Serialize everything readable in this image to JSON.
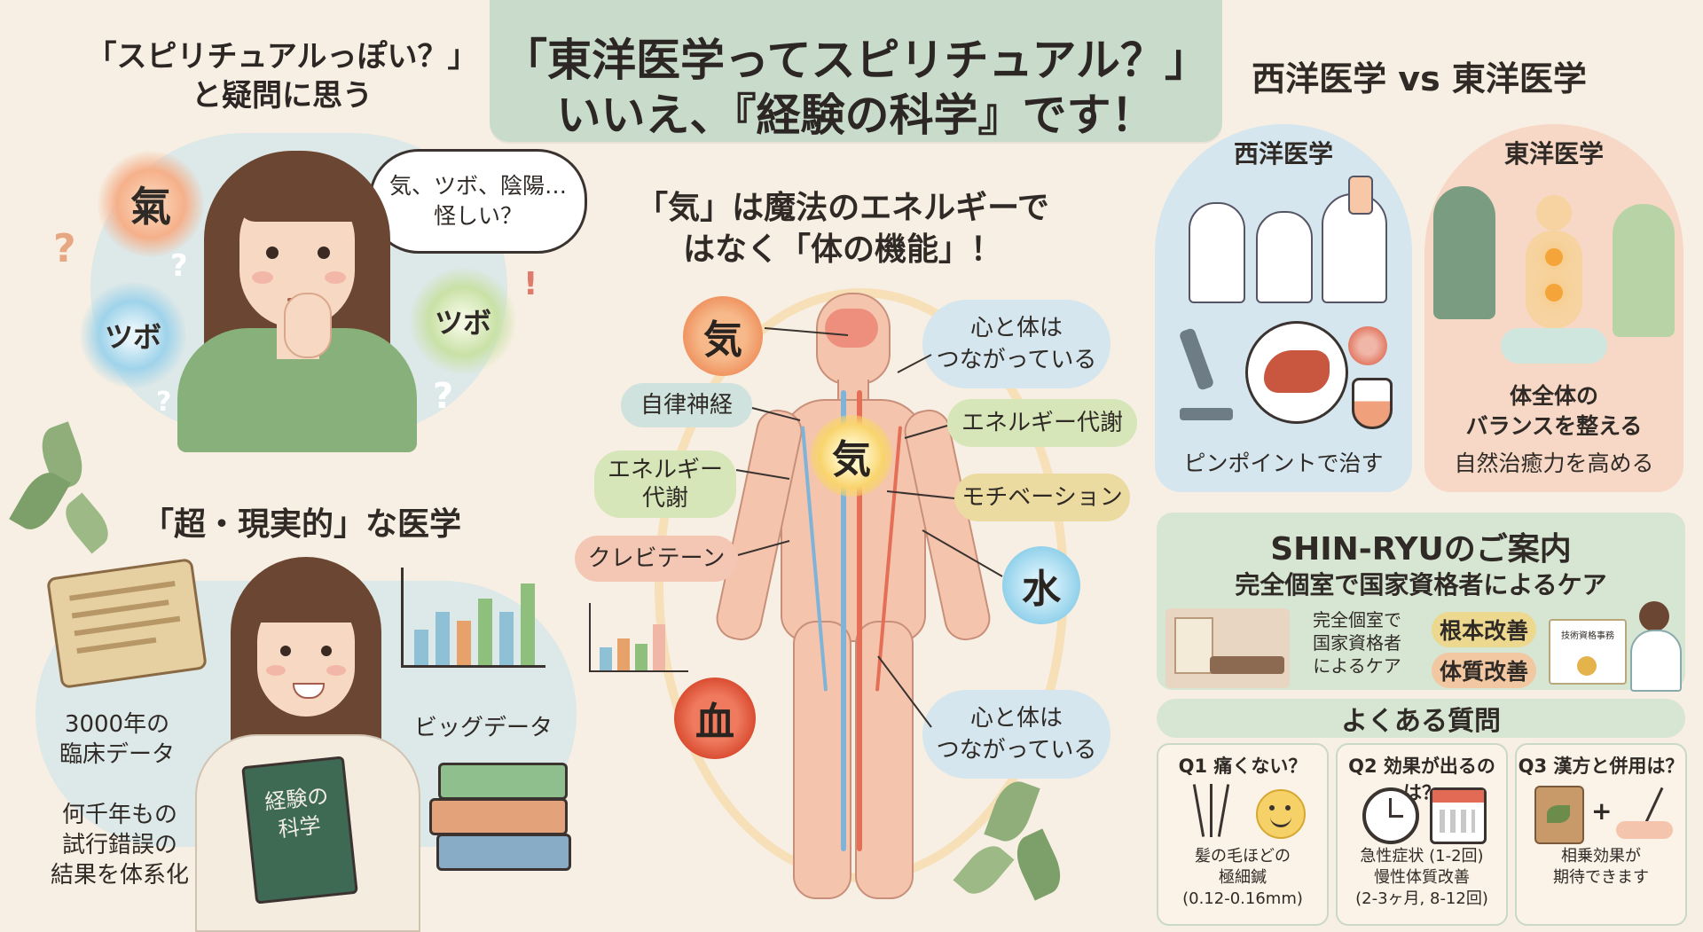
{
  "title": {
    "line1": "「東洋医学ってスピリチュアル？」",
    "line2": "いいえ、『経験の科学』です！"
  },
  "left_top": {
    "heading_line1": "「スピリチュアルっぽい？」",
    "heading_line2": "と疑問に思う",
    "orbs": {
      "ki": "氣",
      "tsubo1": "ツボ",
      "tsubo2": "ツボ"
    },
    "speech_line1": "気、ツボ、陰陽…",
    "speech_line2": "怪しい？",
    "question": "?",
    "exclaim": "!"
  },
  "left_bottom": {
    "heading": "「超・現実的」な医学",
    "data_3000": "3000年の\n臨床データ",
    "big_data": "ビッグデータ",
    "trial": "何千年もの\n試行錯誤の\n結果を体系化",
    "book_line1": "経験の",
    "book_line2": "科学"
  },
  "center": {
    "heading_line1": "「気」は魔法のエネルギーで",
    "heading_line2": "はなく「体の機能」！",
    "element_ki_top": "気",
    "element_ki_center": "気",
    "element_water": "水",
    "element_blood": "血",
    "labels": {
      "autonomic": "自律神経",
      "energy_metabolism_left": "エネルギー\n代謝",
      "creatinine": "クレビテーン",
      "energy_metabolism_right": "エネルギー代謝",
      "motivation": "モチベーション"
    },
    "bubble_top": "心と体は\nつながっている",
    "bubble_bottom": "心と体は\nつながっている"
  },
  "right": {
    "heading": "西洋医学 vs 東洋医学",
    "west": {
      "label": "西洋医学",
      "caption": "ピンポイントで治す"
    },
    "east": {
      "label": "東洋医学",
      "caption1": "体全体の\nバランスを整える",
      "caption2": "自然治癒力を高める"
    },
    "shin_ryu": {
      "title": "SHIN-RYUのご案内",
      "subtitle": "完全個室で国家資格者によるケア",
      "desc": "完全個室で\n国家資格者\nによるケア",
      "tag1": "根本改善",
      "tag2": "体質改善",
      "certificate": "技術資格事務"
    },
    "faq": {
      "heading": "よくある質問",
      "items": [
        {
          "q": "Q1 痛くない？",
          "a": "髪の毛ほどの\n極細鍼\n(0.12-0.16mm)"
        },
        {
          "q": "Q2 効果が出るのは？",
          "a": "急性症状 (1-2回)\n慢性体質改善\n(2-3ヶ月, 8-12回)"
        },
        {
          "q": "Q3 漢方と併用は？",
          "a": "相乗効果が\n期待できます"
        }
      ]
    }
  },
  "colors": {
    "background": "#f7efe3",
    "title_bg": "#c9dccb",
    "panel_blue": "#dde8e8",
    "west_card": "#d5e6ee",
    "east_card": "#f7d8c6",
    "shin_bg": "#d7e5d3",
    "orb_ki": "#f29a66",
    "orb_water": "#8fd0ea",
    "orb_blood": "#e0583b"
  },
  "icons": [
    "swirl-icon",
    "question-icon",
    "microscope-icon",
    "liver-icon",
    "flask-icon",
    "virus-icon",
    "clock-icon",
    "calendar-icon",
    "needle-icon",
    "smile-icon",
    "herb-bag-icon",
    "leaf-icon",
    "scroll-icon",
    "chart-icon",
    "book-stack-icon"
  ]
}
